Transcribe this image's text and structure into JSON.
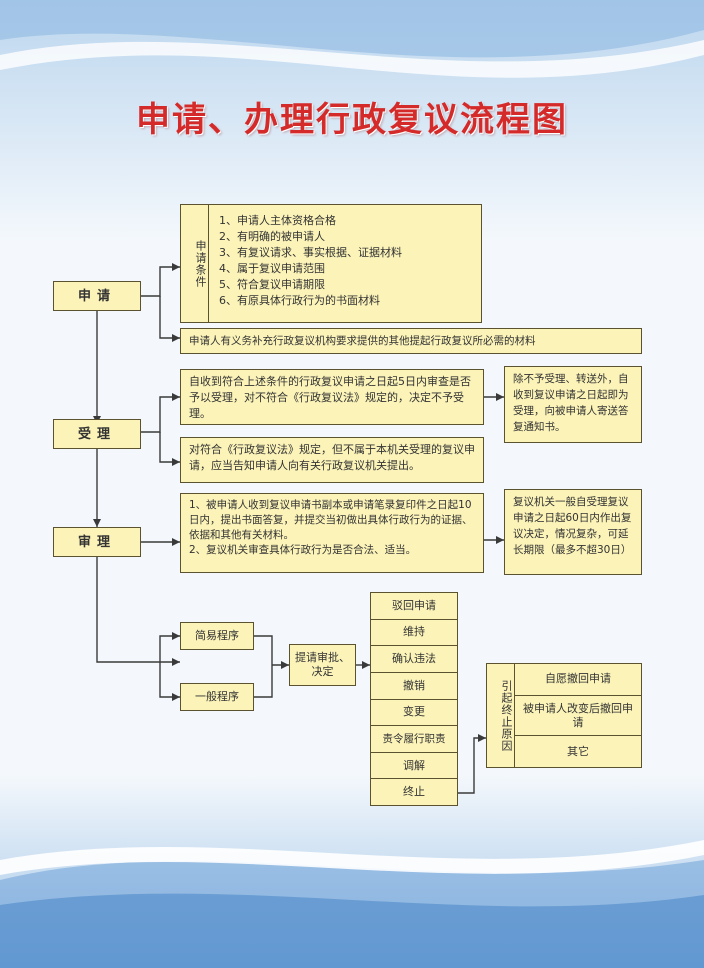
{
  "title": "申请、办理行政复议流程图",
  "stages": {
    "apply": "申请",
    "accept": "受理",
    "review": "审理"
  },
  "conditions_label": "申请条件",
  "conditions": [
    "1、申请人主体资格合格",
    "2、有明确的被申请人",
    "3、有复议请求、事实根据、证据材料",
    "4、属于复议申请范围",
    "5、符合复议申请期限",
    "6、有原具体行政行为的书面材料"
  ],
  "supplement": "申请人有义务补充行政复议机构要求提供的其他提起行政复议所必需的材料",
  "accept_main": "自收到符合上述条件的行政复议申请之日起5日内审查是否予以受理，对不符合《行政复议法》规定的，决定不予受理。",
  "accept_right": "除不予受理、转送外，自收到复议申请之日起即为受理，向被申请人寄送答复通知书。",
  "accept_transfer": "对符合《行政复议法》规定，但不属于本机关受理的复议申请，应当告知申请人向有关行政复议机关提出。",
  "review_main": [
    "1、被申请人收到复议申请书副本或申请笔录复印件之日起10日内，提出书面答复，并提交当初做出具体行政行为的证据、依据和其他有关材料。",
    "2、复议机关审查具体行政行为是否合法、适当。"
  ],
  "review_right": "复议机关一般自受理复议申请之日起60日内作出复议决定，情况复杂，可延长期限（最多不超30日）",
  "procedures": {
    "simple": "简易程序",
    "general": "一般程序"
  },
  "decision": "提请审批、决定",
  "outcomes": [
    "驳回申请",
    "维持",
    "确认违法",
    "撤销",
    "变更",
    "责令履行职责",
    "调解",
    "终止"
  ],
  "termination_label": "引起终止原因",
  "termination_reasons": [
    "自愿撤回申请",
    "被申请人改变后撤回申请",
    "其它"
  ],
  "colors": {
    "box_fill": "#fbf3b8",
    "box_border": "#5b5330",
    "title": "#d42a2a",
    "background": "#dbe9f5"
  }
}
